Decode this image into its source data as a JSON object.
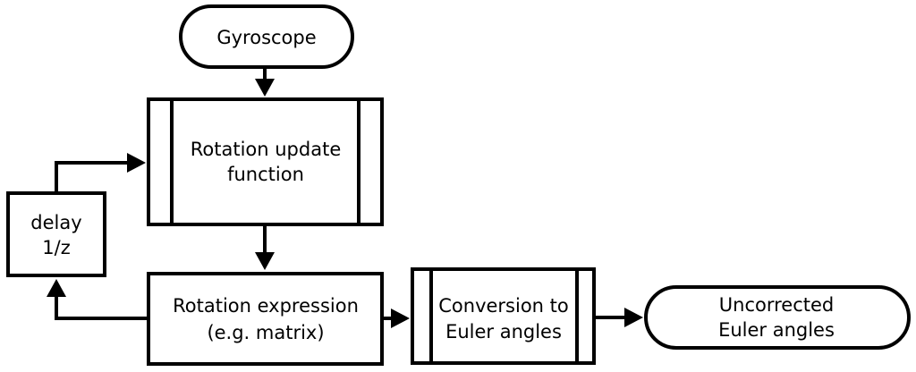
{
  "nodes": {
    "gyroscope": "Gyroscope",
    "rotation_update": [
      "Rotation update",
      "function"
    ],
    "delay": [
      "delay",
      "1/z"
    ],
    "rotation_expression": [
      "Rotation expression",
      "(e.g. matrix)"
    ],
    "conversion": [
      "Conversion to",
      "Euler angles"
    ],
    "output": [
      "Uncorrected",
      "Euler angles"
    ]
  },
  "edges": [
    {
      "from": "gyroscope",
      "to": "rotation_update"
    },
    {
      "from": "rotation_update",
      "to": "rotation_expression"
    },
    {
      "from": "rotation_expression",
      "to": "delay"
    },
    {
      "from": "delay",
      "to": "rotation_update"
    },
    {
      "from": "rotation_expression",
      "to": "conversion"
    },
    {
      "from": "conversion",
      "to": "output"
    }
  ]
}
